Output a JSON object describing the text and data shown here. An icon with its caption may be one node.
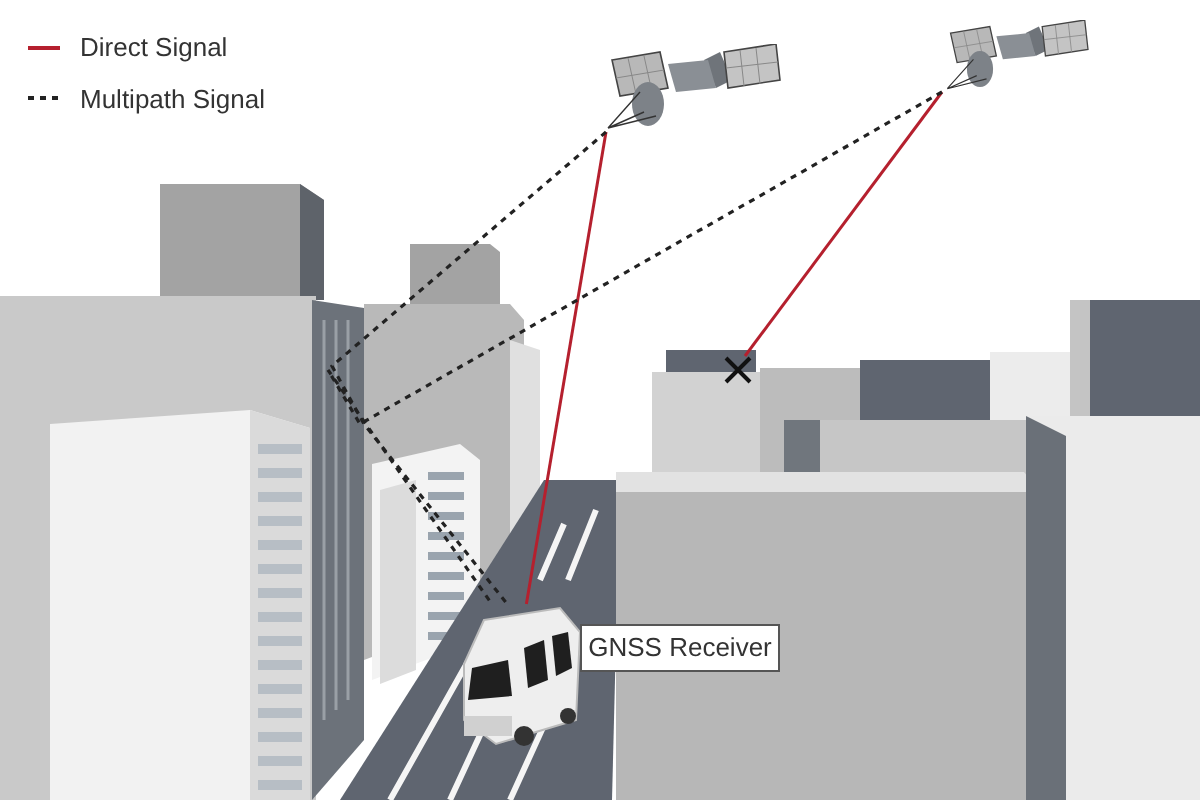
{
  "diagram": {
    "nodes": [
      {
        "text": [],
        "shape": "picture"
      },
      {
        "text": [],
        "shape": "picture"
      },
      {
        "text": [],
        "shape": "picture"
      },
      {
        "text": [
          "GNSS Receiver"
        ]
      },
      {
        "text": [],
        "shape": "cross"
      }
    ],
    "edges": [
      {
        "from": 0,
        "to": 2,
        "arrow": "none",
        "color": "#b5202e"
      },
      {
        "from": 1,
        "to": 4,
        "arrow": "none",
        "color": "#b5202e"
      },
      {
        "from": 0,
        "to": 2,
        "arrow": "none",
        "style": "dashed",
        "color": "#222222"
      },
      {
        "from": 1,
        "to": 2,
        "arrow": "none",
        "style": "dashed",
        "color": "#222222"
      }
    ],
    "legend": [
      {
        "text": "Direct Signal"
      },
      {
        "text": "Multipath Signal"
      }
    ]
  }
}
